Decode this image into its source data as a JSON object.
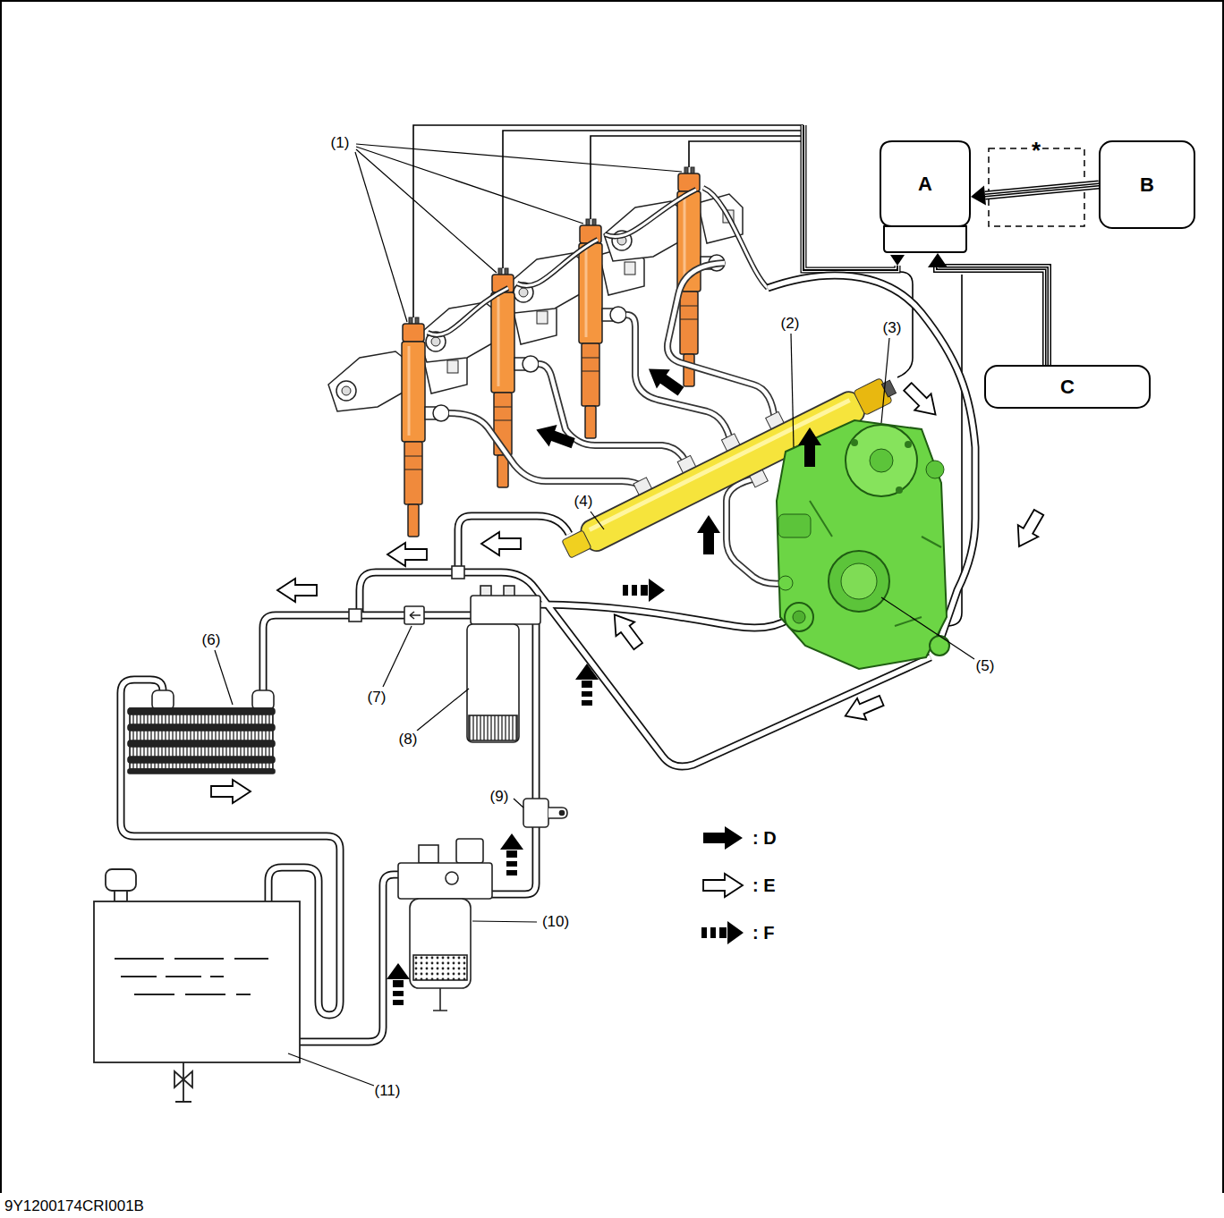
{
  "diagram": {
    "nodes": [
      {
        "text": [
          "A"
        ]
      },
      {
        "text": [
          "B"
        ]
      },
      {
        "text": [
          "C"
        ]
      }
    ],
    "edges": [
      {
        "from": 1,
        "to": 0,
        "arrow": "to"
      },
      {
        "from": 2,
        "to": 0,
        "arrow": "to"
      }
    ],
    "labels": [
      "(1)",
      "(2)",
      "(3)",
      "(4)",
      "(5)",
      "(6)",
      "(7)",
      "(8)",
      "(9)",
      "(10)",
      "(11)",
      "*",
      "9Y1200174CRI001B"
    ],
    "legend": [
      {
        "text": ": D"
      },
      {
        "text": ": E"
      },
      {
        "text": ": F"
      }
    ]
  }
}
